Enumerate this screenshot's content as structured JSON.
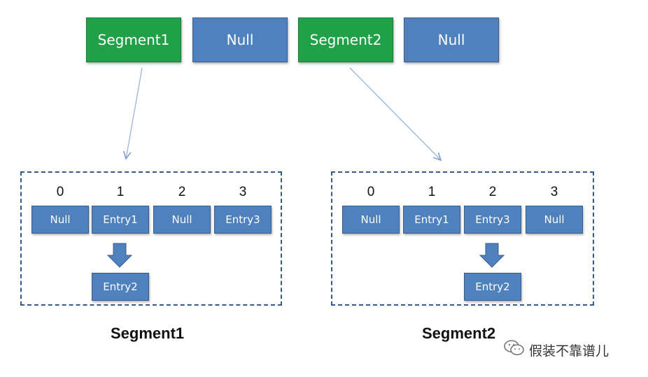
{
  "top_row": [
    {
      "label": "Segment1",
      "color": "#21a147"
    },
    {
      "label": "Null",
      "color": "#4f81bd"
    },
    {
      "label": "Segment2",
      "color": "#21a147"
    },
    {
      "label": "Null",
      "color": "#4f81bd"
    }
  ],
  "segment1": {
    "title": "Segment1",
    "indices": [
      "0",
      "1",
      "2",
      "3"
    ],
    "slots": [
      "Null",
      "Entry1",
      "Null",
      "Entry3"
    ],
    "chained": "Entry2"
  },
  "segment2": {
    "title": "Segment2",
    "indices": [
      "0",
      "1",
      "2",
      "3"
    ],
    "slots": [
      "Null",
      "Entry1",
      "Entry3",
      "Null"
    ],
    "chained": "Entry2"
  },
  "watermark": {
    "text": "假装不靠谱儿",
    "icon": "wechat-icon"
  }
}
